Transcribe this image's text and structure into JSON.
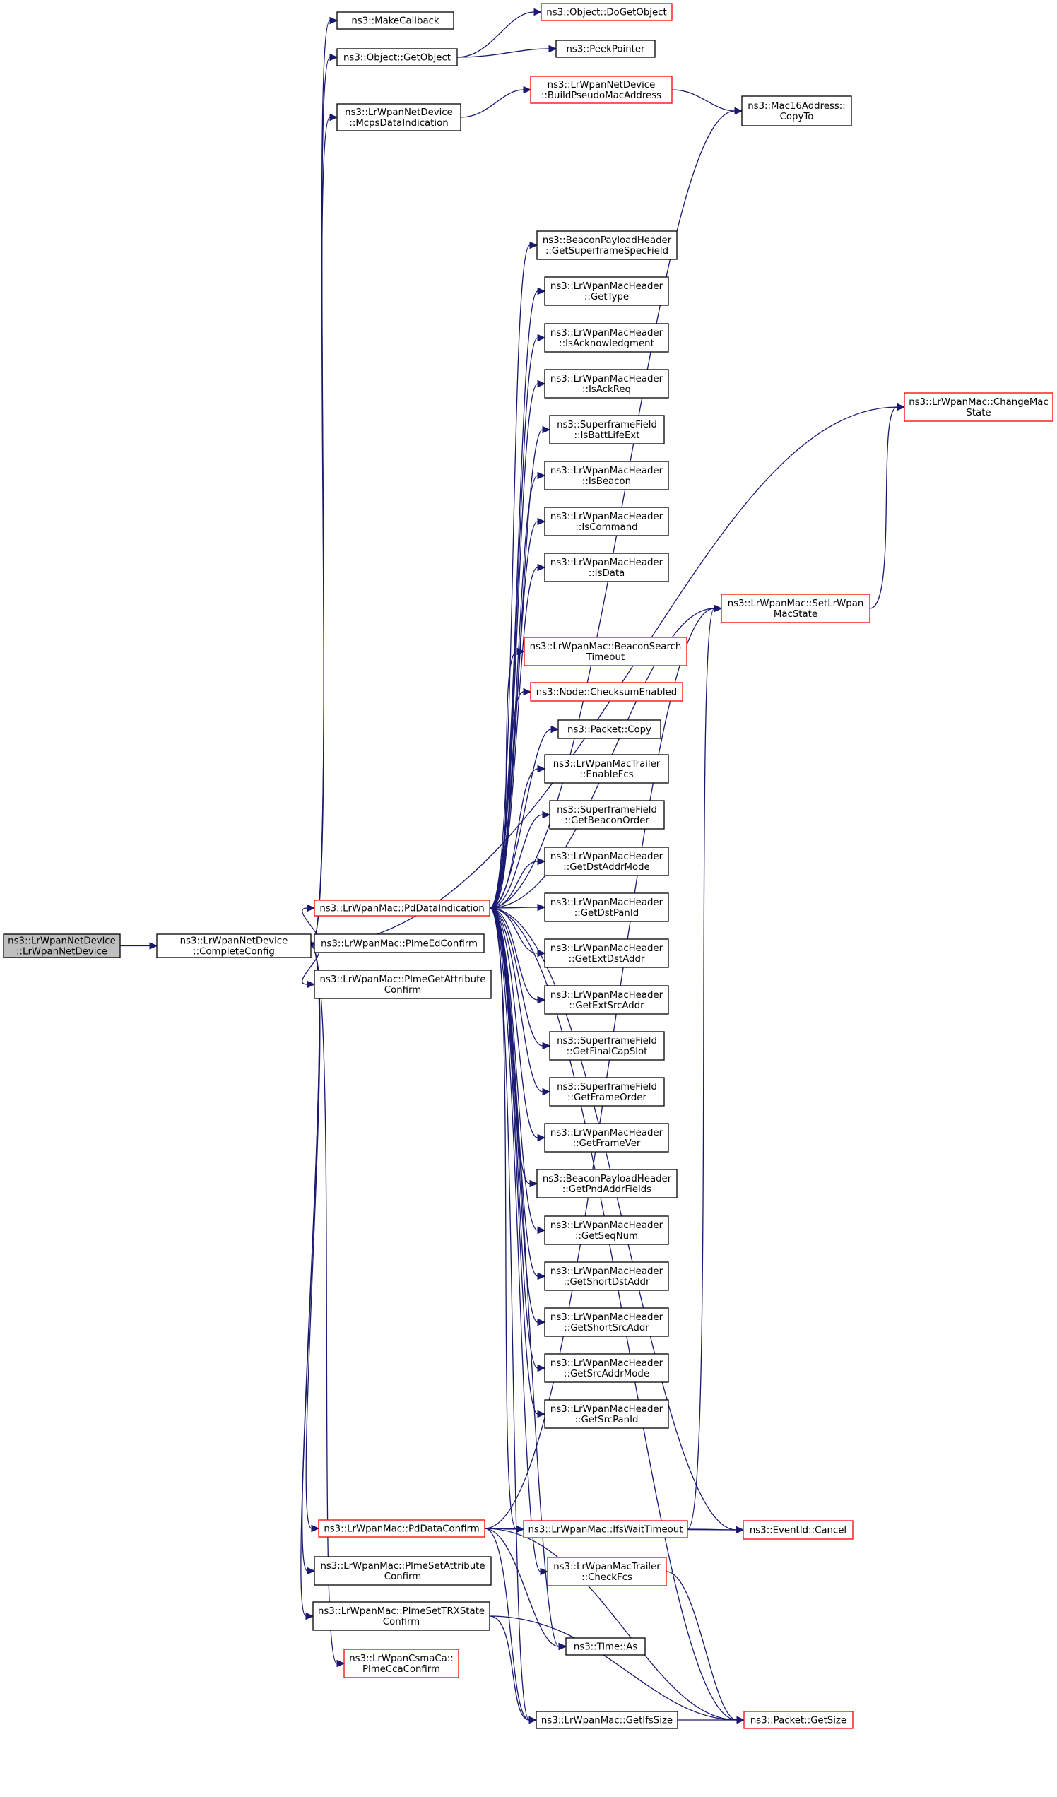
{
  "colors": {
    "edge": "#191970",
    "node_default_border": "#000000",
    "node_truncated_border": "#ff0000",
    "node_root_fill": "#bfbfbf",
    "node_fill": "#ffffff"
  },
  "nodes": [
    {
      "id": "root",
      "lines": [
        "ns3::LrWpanNetDevice",
        "::LrWpanNetDevice"
      ],
      "style": "root"
    },
    {
      "id": "completeconfig",
      "lines": [
        "ns3::LrWpanNetDevice",
        "::CompleteConfig"
      ],
      "style": "normal"
    },
    {
      "id": "makecallback",
      "lines": [
        "ns3::MakeCallback"
      ],
      "style": "normal"
    },
    {
      "id": "getobject",
      "lines": [
        "ns3::Object::GetObject"
      ],
      "style": "normal"
    },
    {
      "id": "dogetobject",
      "lines": [
        "ns3::Object::DoGetObject"
      ],
      "style": "truncated"
    },
    {
      "id": "peekpointer",
      "lines": [
        "ns3::PeekPointer"
      ],
      "style": "normal"
    },
    {
      "id": "mcpsdataindication",
      "lines": [
        "ns3::LrWpanNetDevice",
        "::McpsDataIndication"
      ],
      "style": "normal"
    },
    {
      "id": "buildpseudomac",
      "lines": [
        "ns3::LrWpanNetDevice",
        "::BuildPseudoMacAddress"
      ],
      "style": "truncated"
    },
    {
      "id": "copyto",
      "lines": [
        "ns3::Mac16Address::",
        "CopyTo"
      ],
      "style": "normal"
    },
    {
      "id": "getsuperframespecfield",
      "lines": [
        "ns3::BeaconPayloadHeader",
        "::GetSuperframeSpecField"
      ],
      "style": "normal"
    },
    {
      "id": "gettype",
      "lines": [
        "ns3::LrWpanMacHeader",
        "::GetType"
      ],
      "style": "normal"
    },
    {
      "id": "isacknowledgment",
      "lines": [
        "ns3::LrWpanMacHeader",
        "::IsAcknowledgment"
      ],
      "style": "normal"
    },
    {
      "id": "isackreq",
      "lines": [
        "ns3::LrWpanMacHeader",
        "::IsAckReq"
      ],
      "style": "normal"
    },
    {
      "id": "isbattlifeext",
      "lines": [
        "ns3::SuperframeField",
        "::IsBattLifeExt"
      ],
      "style": "normal"
    },
    {
      "id": "isbeacon",
      "lines": [
        "ns3::LrWpanMacHeader",
        "::IsBeacon"
      ],
      "style": "normal"
    },
    {
      "id": "iscommand",
      "lines": [
        "ns3::LrWpanMacHeader",
        "::IsCommand"
      ],
      "style": "normal"
    },
    {
      "id": "isdata",
      "lines": [
        "ns3::LrWpanMacHeader",
        "::IsData"
      ],
      "style": "normal"
    },
    {
      "id": "changemacstate",
      "lines": [
        "ns3::LrWpanMac::ChangeMac",
        "State"
      ],
      "style": "truncated"
    },
    {
      "id": "setlrwpanmacstate",
      "lines": [
        "ns3::LrWpanMac::SetLrWpan",
        "MacState"
      ],
      "style": "truncated"
    },
    {
      "id": "beaconsearchtimeout",
      "lines": [
        "ns3::LrWpanMac::BeaconSearch",
        "Timeout"
      ],
      "style": "truncated"
    },
    {
      "id": "checksumenabled",
      "lines": [
        "ns3::Node::ChecksumEnabled"
      ],
      "style": "truncated"
    },
    {
      "id": "packetcopy",
      "lines": [
        "ns3::Packet::Copy"
      ],
      "style": "normal"
    },
    {
      "id": "enablefcs",
      "lines": [
        "ns3::LrWpanMacTrailer",
        "::EnableFcs"
      ],
      "style": "normal"
    },
    {
      "id": "getbeaconorder",
      "lines": [
        "ns3::SuperframeField",
        "::GetBeaconOrder"
      ],
      "style": "normal"
    },
    {
      "id": "getdstaddrmode",
      "lines": [
        "ns3::LrWpanMacHeader",
        "::GetDstAddrMode"
      ],
      "style": "normal"
    },
    {
      "id": "pddataindication",
      "lines": [
        "ns3::LrWpanMac::PdDataIndication"
      ],
      "style": "truncated"
    },
    {
      "id": "getdstpanid",
      "lines": [
        "ns3::LrWpanMacHeader",
        "::GetDstPanId"
      ],
      "style": "normal"
    },
    {
      "id": "plmeedconfirm",
      "lines": [
        "ns3::LrWpanMac::PlmeEdConfirm"
      ],
      "style": "normal"
    },
    {
      "id": "getextdstaddr",
      "lines": [
        "ns3::LrWpanMacHeader",
        "::GetExtDstAddr"
      ],
      "style": "normal"
    },
    {
      "id": "plmegetattributeconfirm",
      "lines": [
        "ns3::LrWpanMac::PlmeGetAttribute",
        "Confirm"
      ],
      "style": "normal"
    },
    {
      "id": "getextsrcaddr",
      "lines": [
        "ns3::LrWpanMacHeader",
        "::GetExtSrcAddr"
      ],
      "style": "normal"
    },
    {
      "id": "getfinalcapslot",
      "lines": [
        "ns3::SuperframeField",
        "::GetFinalCapSlot"
      ],
      "style": "normal"
    },
    {
      "id": "getframeorder",
      "lines": [
        "ns3::SuperframeField",
        "::GetFrameOrder"
      ],
      "style": "normal"
    },
    {
      "id": "getframever",
      "lines": [
        "ns3::LrWpanMacHeader",
        "::GetFrameVer"
      ],
      "style": "normal"
    },
    {
      "id": "getpndaddrfields",
      "lines": [
        "ns3::BeaconPayloadHeader",
        "::GetPndAddrFields"
      ],
      "style": "normal"
    },
    {
      "id": "getseqnum",
      "lines": [
        "ns3::LrWpanMacHeader",
        "::GetSeqNum"
      ],
      "style": "normal"
    },
    {
      "id": "getshortdstaddr",
      "lines": [
        "ns3::LrWpanMacHeader",
        "::GetShortDstAddr"
      ],
      "style": "normal"
    },
    {
      "id": "getshortsrcaddr",
      "lines": [
        "ns3::LrWpanMacHeader",
        "::GetShortSrcAddr"
      ],
      "style": "normal"
    },
    {
      "id": "getsrcaddrmode",
      "lines": [
        "ns3::LrWpanMacHeader",
        "::GetSrcAddrMode"
      ],
      "style": "normal"
    },
    {
      "id": "getsrcpanid",
      "lines": [
        "ns3::LrWpanMacHeader",
        "::GetSrcPanId"
      ],
      "style": "normal"
    },
    {
      "id": "pddataconfirm",
      "lines": [
        "ns3::LrWpanMac::PdDataConfirm"
      ],
      "style": "truncated"
    },
    {
      "id": "ifswaittimeout",
      "lines": [
        "ns3::LrWpanMac::IfsWaitTimeout"
      ],
      "style": "truncated"
    },
    {
      "id": "eventidcancel",
      "lines": [
        "ns3::EventId::Cancel"
      ],
      "style": "truncated"
    },
    {
      "id": "plmesetattributeconfirm",
      "lines": [
        "ns3::LrWpanMac::PlmeSetAttribute",
        "Confirm"
      ],
      "style": "normal"
    },
    {
      "id": "checkfcs",
      "lines": [
        "ns3::LrWpanMacTrailer",
        "::CheckFcs"
      ],
      "style": "truncated"
    },
    {
      "id": "plmesettrxstateconfirm",
      "lines": [
        "ns3::LrWpanMac::PlmeSetTRXState",
        "Confirm"
      ],
      "style": "normal"
    },
    {
      "id": "timeas",
      "lines": [
        "ns3::Time::As"
      ],
      "style": "normal"
    },
    {
      "id": "plmeccaconfirm",
      "lines": [
        "ns3::LrWpanCsmaCa::",
        "PlmeCcaConfirm"
      ],
      "style": "truncated"
    },
    {
      "id": "getifssize",
      "lines": [
        "ns3::LrWpanMac::GetIfsSize"
      ],
      "style": "normal"
    },
    {
      "id": "getsize",
      "lines": [
        "ns3::Packet::GetSize"
      ],
      "style": "truncated"
    }
  ],
  "edges": [
    [
      "root",
      "completeconfig"
    ],
    [
      "completeconfig",
      "makecallback"
    ],
    [
      "completeconfig",
      "getobject"
    ],
    [
      "completeconfig",
      "mcpsdataindication"
    ],
    [
      "completeconfig",
      "changemacstate"
    ],
    [
      "completeconfig",
      "pddataindication"
    ],
    [
      "completeconfig",
      "plmeedconfirm"
    ],
    [
      "completeconfig",
      "plmegetattributeconfirm"
    ],
    [
      "completeconfig",
      "pddataconfirm"
    ],
    [
      "completeconfig",
      "plmesetattributeconfirm"
    ],
    [
      "completeconfig",
      "plmesettrxstateconfirm"
    ],
    [
      "completeconfig",
      "plmeccaconfirm"
    ],
    [
      "getobject",
      "dogetobject"
    ],
    [
      "getobject",
      "peekpointer"
    ],
    [
      "mcpsdataindication",
      "buildpseudomac"
    ],
    [
      "buildpseudomac",
      "copyto"
    ],
    [
      "pddataindication",
      "copyto"
    ],
    [
      "pddataindication",
      "getsuperframespecfield"
    ],
    [
      "pddataindication",
      "gettype"
    ],
    [
      "pddataindication",
      "isacknowledgment"
    ],
    [
      "pddataindication",
      "isackreq"
    ],
    [
      "pddataindication",
      "isbattlifeext"
    ],
    [
      "pddataindication",
      "isbeacon"
    ],
    [
      "pddataindication",
      "iscommand"
    ],
    [
      "pddataindication",
      "isdata"
    ],
    [
      "pddataindication",
      "setlrwpanmacstate"
    ],
    [
      "pddataindication",
      "beaconsearchtimeout"
    ],
    [
      "pddataindication",
      "checksumenabled"
    ],
    [
      "pddataindication",
      "packetcopy"
    ],
    [
      "pddataindication",
      "enablefcs"
    ],
    [
      "pddataindication",
      "getbeaconorder"
    ],
    [
      "pddataindication",
      "getdstaddrmode"
    ],
    [
      "pddataindication",
      "getdstpanid"
    ],
    [
      "pddataindication",
      "getextdstaddr"
    ],
    [
      "pddataindication",
      "getextsrcaddr"
    ],
    [
      "pddataindication",
      "getfinalcapslot"
    ],
    [
      "pddataindication",
      "getframeorder"
    ],
    [
      "pddataindication",
      "getframever"
    ],
    [
      "pddataindication",
      "getpndaddrfields"
    ],
    [
      "pddataindication",
      "getseqnum"
    ],
    [
      "pddataindication",
      "getshortdstaddr"
    ],
    [
      "pddataindication",
      "getshortsrcaddr"
    ],
    [
      "pddataindication",
      "getsrcaddrmode"
    ],
    [
      "pddataindication",
      "getsrcpanid"
    ],
    [
      "pddataindication",
      "ifswaittimeout"
    ],
    [
      "pddataindication",
      "eventidcancel"
    ],
    [
      "pddataindication",
      "checkfcs"
    ],
    [
      "pddataindication",
      "timeas"
    ],
    [
      "pddataindication",
      "getifssize"
    ],
    [
      "pddataindication",
      "getsize"
    ],
    [
      "setlrwpanmacstate",
      "changemacstate"
    ],
    [
      "pddataconfirm",
      "setlrwpanmacstate"
    ],
    [
      "pddataconfirm",
      "ifswaittimeout"
    ],
    [
      "pddataconfirm",
      "eventidcancel"
    ],
    [
      "pddataconfirm",
      "timeas"
    ],
    [
      "pddataconfirm",
      "getifssize"
    ],
    [
      "pddataconfirm",
      "getsize"
    ],
    [
      "ifswaittimeout",
      "setlrwpanmacstate"
    ],
    [
      "ifswaittimeout",
      "eventidcancel"
    ],
    [
      "checkfcs",
      "getsize"
    ],
    [
      "plmesettrxstateconfirm",
      "getifssize"
    ],
    [
      "plmesettrxstateconfirm",
      "getsize"
    ],
    [
      "getifssize",
      "getsize"
    ]
  ]
}
